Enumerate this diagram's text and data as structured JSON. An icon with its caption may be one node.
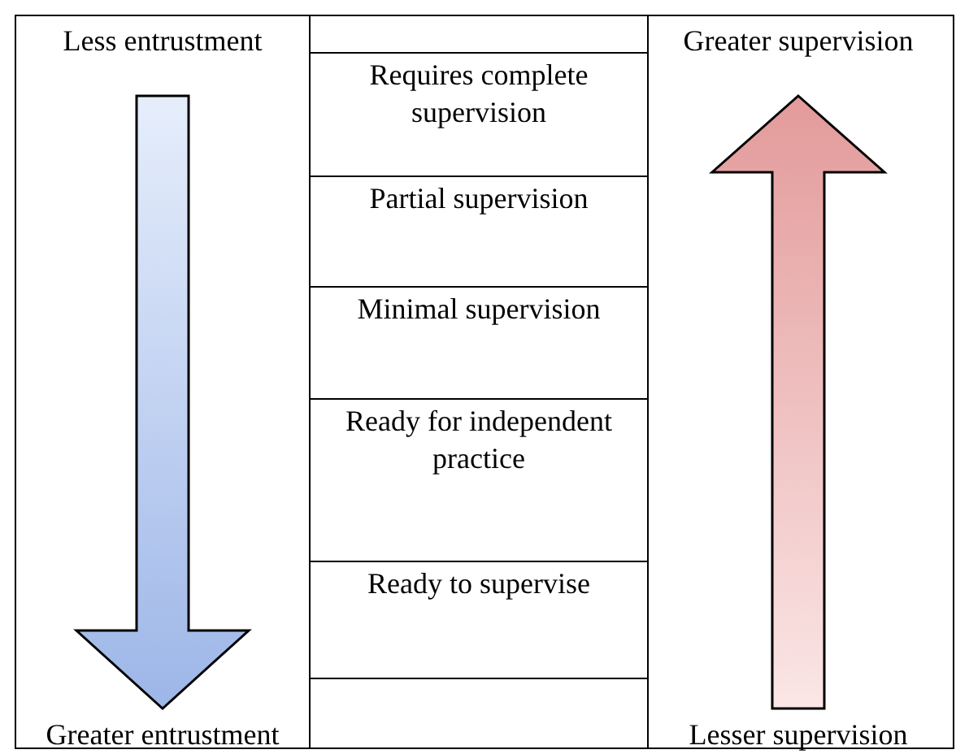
{
  "diagram": {
    "labels": [
      "Less entrustment",
      "Greater supervision",
      "Requires complete supervision",
      "Partial supervision",
      "Minimal supervision",
      "Ready for independent practice",
      "Ready to supervise",
      "Greater entrustment",
      "Lesser supervision"
    ]
  }
}
